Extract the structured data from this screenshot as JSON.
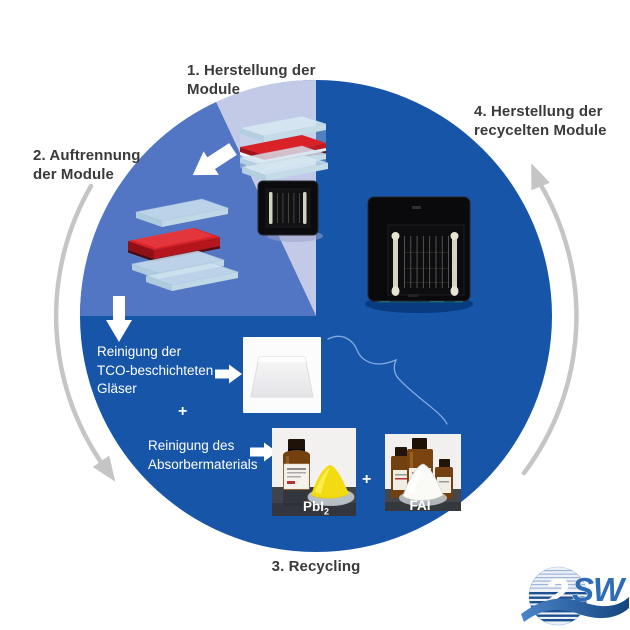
{
  "colors": {
    "dark_blue": "#1655a8",
    "medium_blue": "#5276c4",
    "lavender": "#c3cae7",
    "text_dark": "#3a3a3a",
    "arrow_gray": "#c5c5c5",
    "red_layer": "#d6232b",
    "yellow_powder": "#f2db12",
    "logo_blue": "#2e6db6",
    "white": "#ffffff"
  },
  "steps": {
    "step1": {
      "line1": "1. Herstellung der",
      "line2": "Module"
    },
    "step2": {
      "line1": "2. Auftrennung",
      "line2": "der Module"
    },
    "step3": {
      "label": "3. Recycling"
    },
    "step4": {
      "line1": "4. Herstellung der",
      "line2": "recycelten Module"
    }
  },
  "recycling": {
    "tco": {
      "line1": "Reinigung der",
      "line2": "TCO-beschichteten",
      "line3": "Gläser"
    },
    "plus_between_rows": "+",
    "absorber": {
      "line1": "Reinigung des",
      "line2": "Absorbermaterials"
    },
    "materials": {
      "pbi2_base": "PbI",
      "pbi2_sub": "2",
      "plus": "+",
      "fai": "FAI"
    }
  },
  "logo": {
    "z": "2",
    "sw": "SW"
  }
}
